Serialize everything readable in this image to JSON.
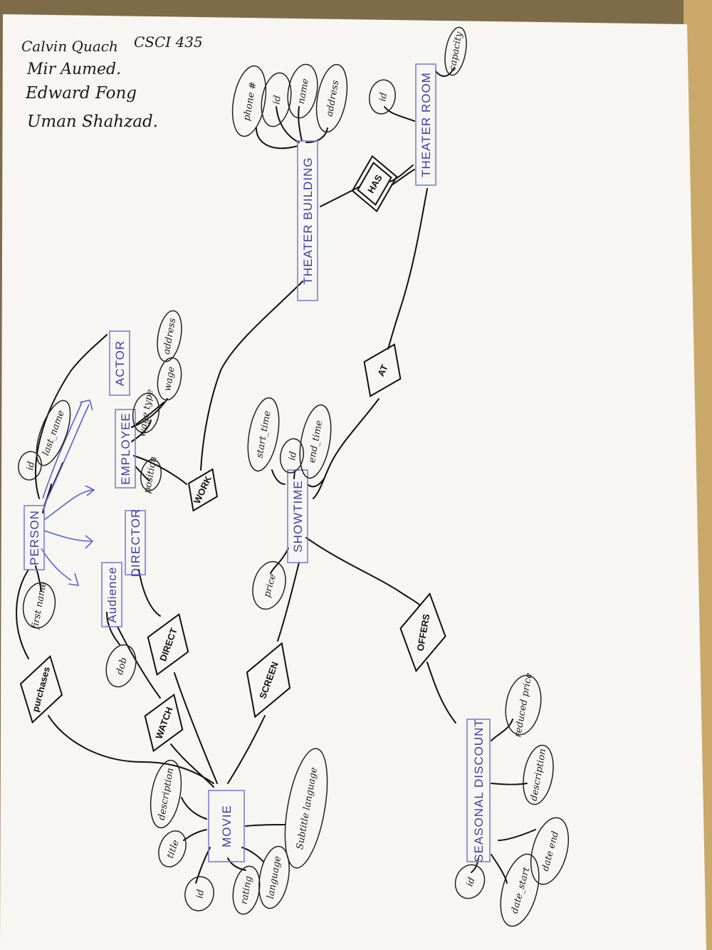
{
  "authors": {
    "line1": "Calvin Quach",
    "course": "CSCI 435",
    "line2": "Mir Aumed.",
    "line3": "Edward Fong",
    "line4": "Uman Shahzad."
  },
  "entities": {
    "person": "PERSON",
    "employee": "EMPLOYEE",
    "actor": "ACTOR",
    "director": "DIRECTOR",
    "audience": "Audience",
    "movie": "MOVIE",
    "showtime": "SHOWTIME",
    "theater_building": "THEATER BUILDING",
    "theater_room": "THEATER ROOM",
    "seasonal_discount": "SEASONAL DISCOUNT"
  },
  "relationships": {
    "has": "HAS",
    "work": "WORK",
    "at": "AT",
    "direct": "DIRECT",
    "screen": "SCREEN",
    "watch": "WATCH",
    "purchases": "purchases",
    "offers": "OFFERS"
  },
  "attributes": {
    "building_phone": "phone #",
    "building_id": "id",
    "building_name": "name",
    "building_address": "address",
    "room_id": "id",
    "room_capacity": "capacity",
    "person_id": "id",
    "person_last_name": "last_name",
    "person_first_name": "first name",
    "employee_wage_type": "wage type",
    "employee_wage": "wage",
    "employee_address": "address",
    "employee_position": "position",
    "audience_dob": "dob",
    "showtime_start": "start_time",
    "showtime_id": "id",
    "showtime_end": "end_time",
    "showtime_price": "price",
    "movie_description": "description",
    "movie_title": "title",
    "movie_id": "id",
    "movie_rating": "rating",
    "movie_language": "language",
    "movie_subtitle": "Subtitle language",
    "discount_reduced_price": "reduced price",
    "discount_description": "description",
    "discount_date_end": "date end",
    "discount_date_start": "date_start",
    "discount_id": "id"
  },
  "colors": {
    "paper": "#f7f6f2",
    "background": "#7d6b4a",
    "entity_ink": "#3b3ea6",
    "line_ink": "#111111"
  }
}
